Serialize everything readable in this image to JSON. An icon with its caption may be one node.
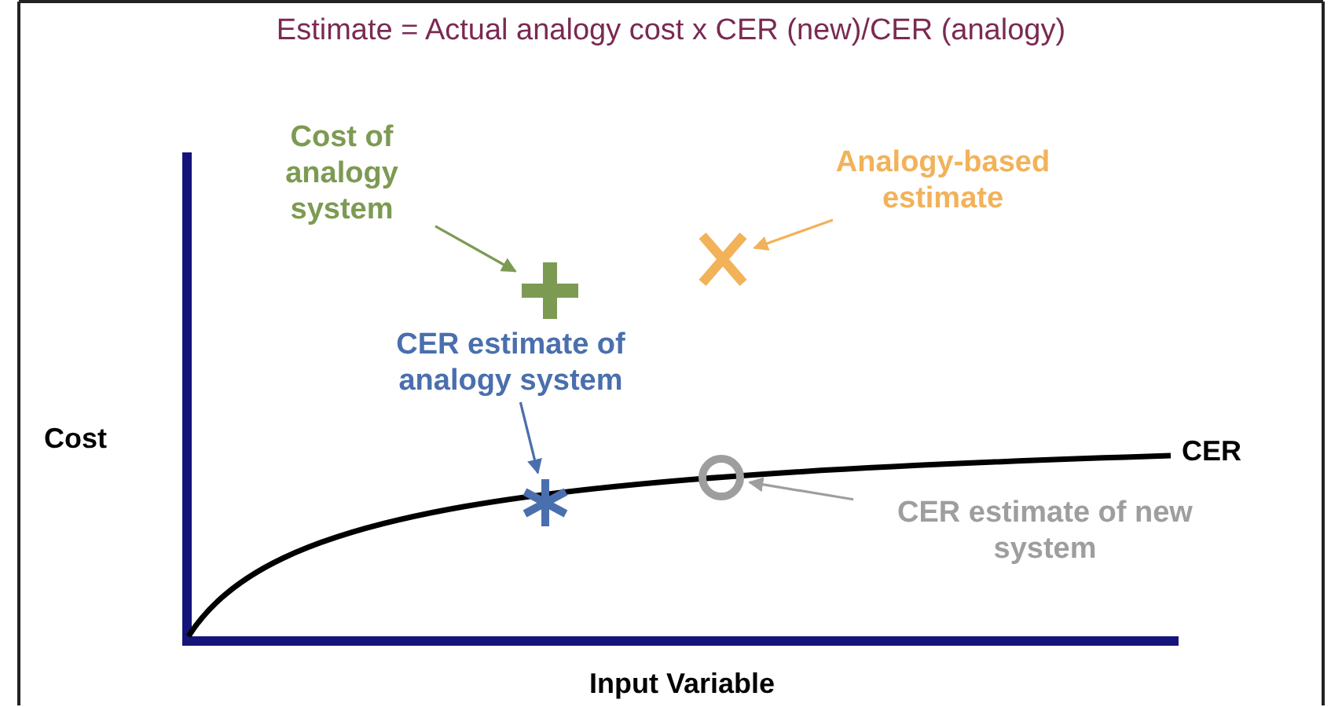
{
  "diagram": {
    "title": "Estimate = Actual analogy cost  x CER (new)/CER (analogy)",
    "nodes": [
      {
        "text": [
          "Cost of analogy system"
        ]
      },
      {
        "text": [
          "Analogy-based estimate"
        ]
      },
      {
        "text": [],
        "shape": "plus"
      },
      {
        "text": [],
        "shape": "cross"
      },
      {
        "text": [
          "CER estimate of analogy system"
        ]
      },
      {
        "text": [],
        "shape": "star"
      },
      {
        "text": [],
        "shape": "circle"
      },
      {
        "text": [
          "CER estimate of new system"
        ]
      }
    ],
    "edges": [
      {
        "from": 0,
        "to": 2,
        "arrow": "to",
        "color": "#7d9a52"
      },
      {
        "from": 1,
        "to": 3,
        "arrow": "to",
        "color": "#f2b25a"
      },
      {
        "from": 4,
        "to": 5,
        "arrow": "to",
        "color": "#4a6fae"
      },
      {
        "from": 7,
        "to": 6,
        "arrow": "to",
        "color": "#9e9e9e"
      }
    ],
    "labels": [
      "Cost",
      "CER",
      "Input Variable"
    ]
  }
}
